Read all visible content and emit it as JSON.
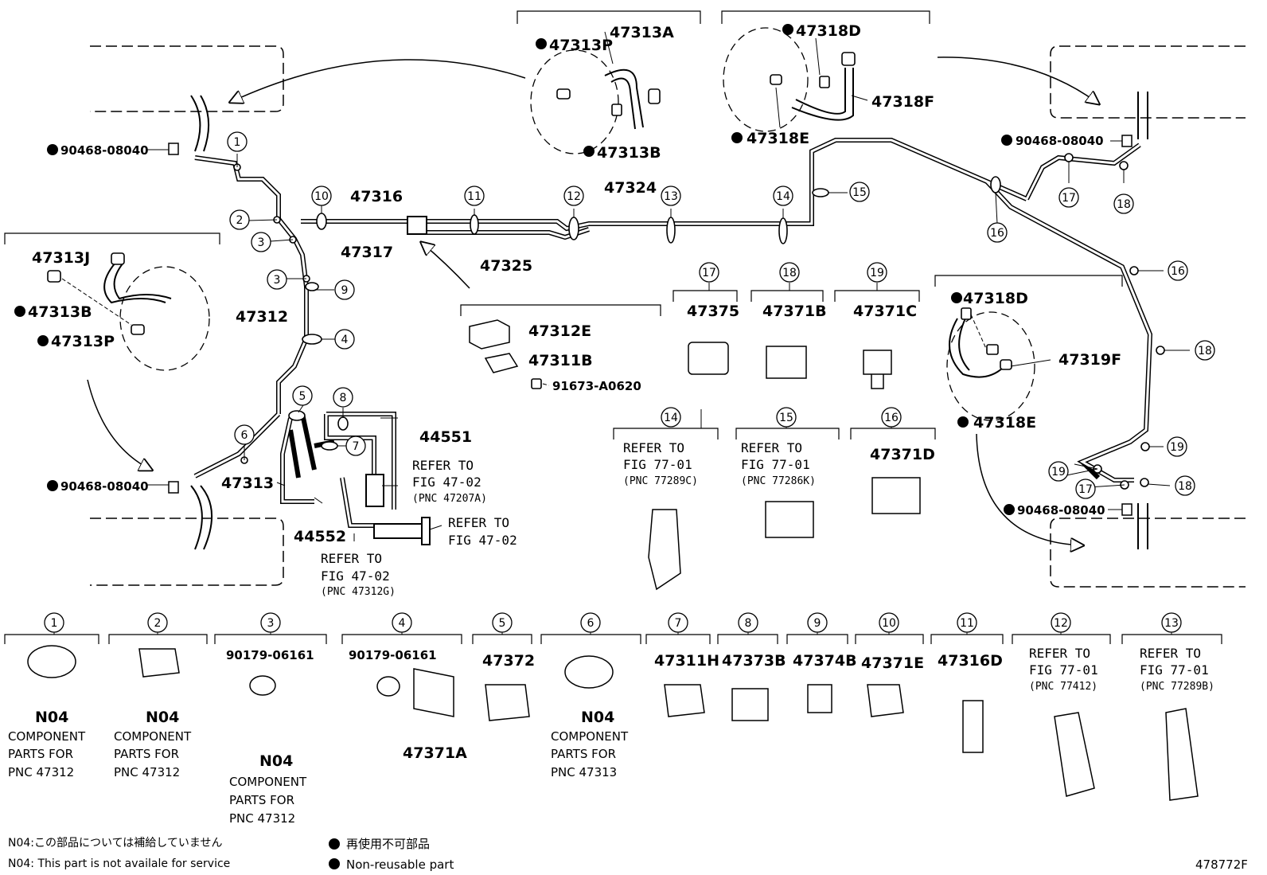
{
  "parts": {
    "p47313A": "47313A",
    "p47313P_top": "47313P",
    "p47313B_top": "47313B",
    "p47318D_top": "47318D",
    "p47318F": "47318F",
    "p47318E_top": "47318E",
    "p90468_tl": "90468-08040",
    "p90468_tr": "90468-08040",
    "p90468_ml": "90468-08040",
    "p90468_mr": "90468-08040",
    "p47313J": "47313J",
    "p47313B_left": "47313B",
    "p47313P_left": "47313P",
    "p47316": "47316",
    "p47317": "47317",
    "p47324": "47324",
    "p47325": "47325",
    "p47312": "47312",
    "p47313": "47313",
    "p44551": "44551",
    "p44552": "44552",
    "p47312E": "47312E",
    "p47311B": "47311B",
    "p91673": "91673-A0620",
    "p47375": "47375",
    "p47371B": "47371B",
    "p47371C": "47371C",
    "p47371D": "47371D",
    "p47318D_right": "47318D",
    "p47319F": "47319F",
    "p47318E_right": "47318E"
  },
  "refer": {
    "r1_l1": "REFER TO",
    "r1_l2": "FIG 47-02",
    "r1_l3": "(PNC 47207A)",
    "r2_l1": "REFER TO",
    "r2_l2": "FIG 47-02",
    "r3_l1": "REFER TO",
    "r3_l2": "FIG 47-02",
    "r3_l3": "(PNC 47312G)",
    "r14_l1": "REFER TO",
    "r14_l2": "FIG 77-01",
    "r14_l3": "(PNC 77289C)",
    "r15_l1": "REFER TO",
    "r15_l2": "FIG 77-01",
    "r15_l3": "(PNC 77286K)",
    "r12_l1": "REFER TO",
    "r12_l2": "FIG 77-01",
    "r12_l3": "(PNC 77412)",
    "r13_l1": "REFER TO",
    "r13_l2": "FIG 77-01",
    "r13_l3": "(PNC 77289B)"
  },
  "callouts": {
    "c1": "1",
    "c2": "2",
    "c3a": "3",
    "c3b": "3",
    "c4": "4",
    "c5": "5",
    "c6": "6",
    "c7": "7",
    "c8": "8",
    "c9": "9",
    "c10": "10",
    "c11": "11",
    "c12": "12",
    "c13": "13",
    "c14": "14",
    "c15": "15",
    "c16a": "16",
    "c16b": "16",
    "c17a": "17",
    "c17b": "17",
    "c18a": "18",
    "c18b": "18",
    "c18c": "18",
    "c19a": "19",
    "c19b": "19",
    "h17": "17",
    "h18": "18",
    "h19": "19",
    "h14": "14",
    "h15": "15",
    "h16": "16",
    "b1": "1",
    "b2": "2",
    "b3": "3",
    "b4": "4",
    "b5": "5",
    "b6": "6",
    "b7": "7",
    "b8": "8",
    "b9": "9",
    "b10": "10",
    "b11": "11",
    "b12": "12",
    "b13": "13"
  },
  "bottom": {
    "b1_code": "N04",
    "b1_l1": "COMPONENT",
    "b1_l2": "PARTS FOR",
    "b1_l3": "PNC 47312",
    "b2_code": "N04",
    "b2_l1": "COMPONENT",
    "b2_l2": "PARTS FOR",
    "b2_l3": "PNC 47312",
    "b3_part": "90179-06161",
    "b3_code": "N04",
    "b3_l1": "COMPONENT",
    "b3_l2": "PARTS FOR",
    "b3_l3": "PNC 47312",
    "b4_part": "90179-06161",
    "b4_part2": "47371A",
    "b5_part": "47372",
    "b6_code": "N04",
    "b6_l1": "COMPONENT",
    "b6_l2": "PARTS FOR",
    "b6_l3": "PNC 47313",
    "b7_part": "47311H",
    "b8_part": "47373B",
    "b9_part": "47374B",
    "b10_part": "47371E",
    "b11_part": "47316D"
  },
  "footer": {
    "n04_jp": "N04:この部品については補給していません",
    "n04_en": "N04: This part is not availale for service",
    "nonreuse_jp": "再使用不可部品",
    "nonreuse_en": "Non-reusable part",
    "fig_id": "478772F"
  }
}
